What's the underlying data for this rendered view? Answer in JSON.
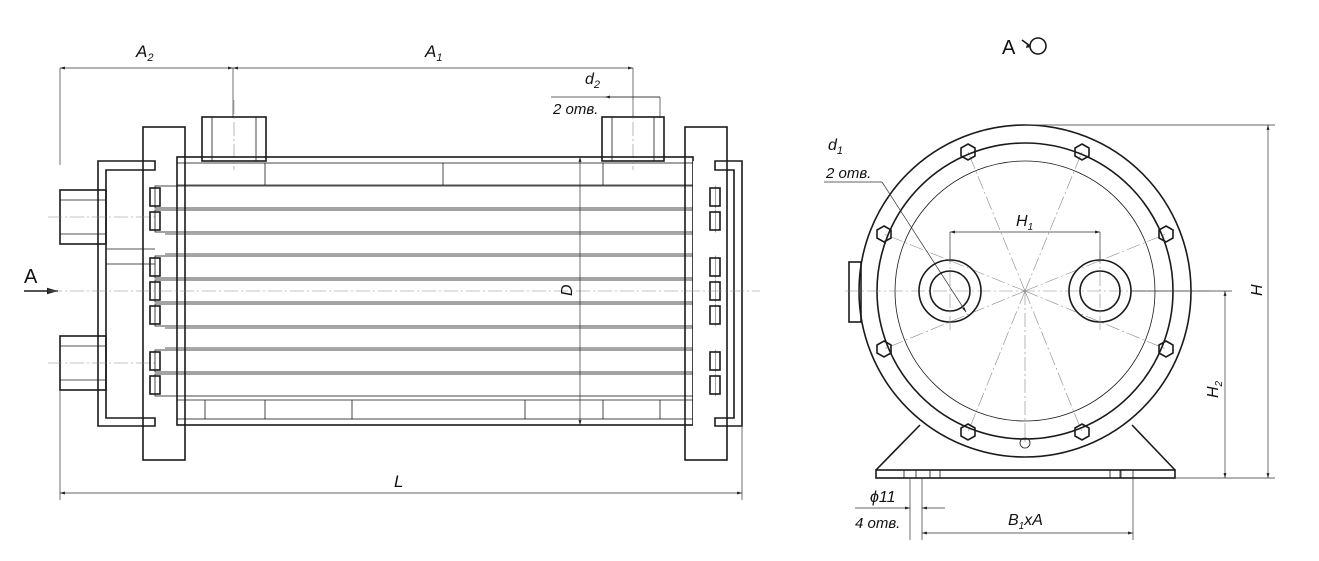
{
  "labels": {
    "a2": "A",
    "a2_sub": "2",
    "a1": "A",
    "a1_sub": "1",
    "d2": "d",
    "d2_sub": "2",
    "d2_holes": "2 отв.",
    "view_arrow": "A",
    "diameter": "D",
    "length": "L",
    "view_title": "A",
    "d1": "d",
    "d1_sub": "1",
    "d1_holes": "2 отв.",
    "h1": "H",
    "h1_sub": "1",
    "h": "H",
    "h2": "H",
    "h2_sub": "2",
    "phi11": "ϕ11",
    "phi11_holes": "4 отв.",
    "b1xa": "B",
    "b1xa_sub": "1",
    "b1xa_suffix": "xA"
  },
  "icons": {
    "view_rotation": "rotation-arrow-icon",
    "view_arrow": "arrow-right-icon"
  }
}
